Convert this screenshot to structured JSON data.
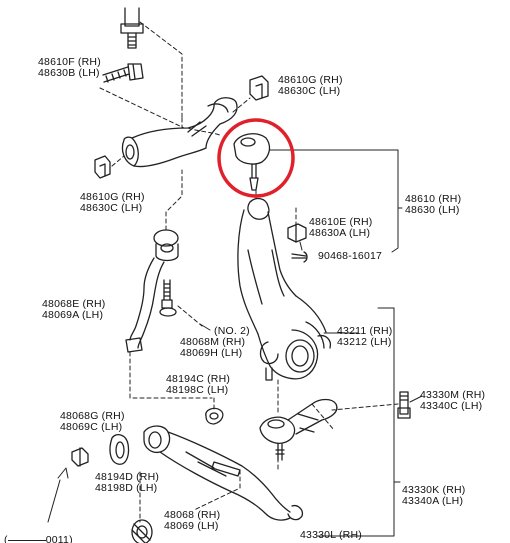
{
  "parts": {
    "p48610F": {
      "rh": "48610F (RH)",
      "lh": "48630B (LH)"
    },
    "p48610G_top": {
      "rh": "48610G (RH)",
      "lh": "48630C (LH)"
    },
    "p48610G_left": {
      "rh": "48610G (RH)",
      "lh": "48630C (LH)"
    },
    "p48610": {
      "rh": "48610 (RH)",
      "lh": "48630 (LH)"
    },
    "p48610E": {
      "rh": "48610E (RH)",
      "lh": "48630A (LH)"
    },
    "p90468": {
      "code": "90468-16017"
    },
    "p48068E": {
      "rh": "48068E (RH)",
      "lh": "48069A (LH)"
    },
    "p48068M": {
      "note": "(NO. 2)",
      "rh": "48068M (RH)",
      "lh": "48069H (LH)"
    },
    "p43211": {
      "rh": "43211 (RH)",
      "lh": "43212 (LH)"
    },
    "p48194C": {
      "rh": "48194C (RH)",
      "lh": "48198C (LH)"
    },
    "p43330M": {
      "rh": "43330M (RH)",
      "lh": "43340C (LH)"
    },
    "p48068G": {
      "rh": "48068G (RH)",
      "lh": "48069C (LH)"
    },
    "p48194D": {
      "rh": "48194D (RH)",
      "lh": "48198D (LH)"
    },
    "p43330K": {
      "rh": "43330K (RH)",
      "lh": "43340A (LH)"
    },
    "p48068": {
      "rh": "48068 (RH)",
      "lh": "48069 (LH)"
    },
    "p43330L": {
      "rh": "43330L (RH)"
    },
    "p0011": {
      "code": "0011)"
    }
  },
  "highlight": {
    "color": "#e0202a"
  }
}
